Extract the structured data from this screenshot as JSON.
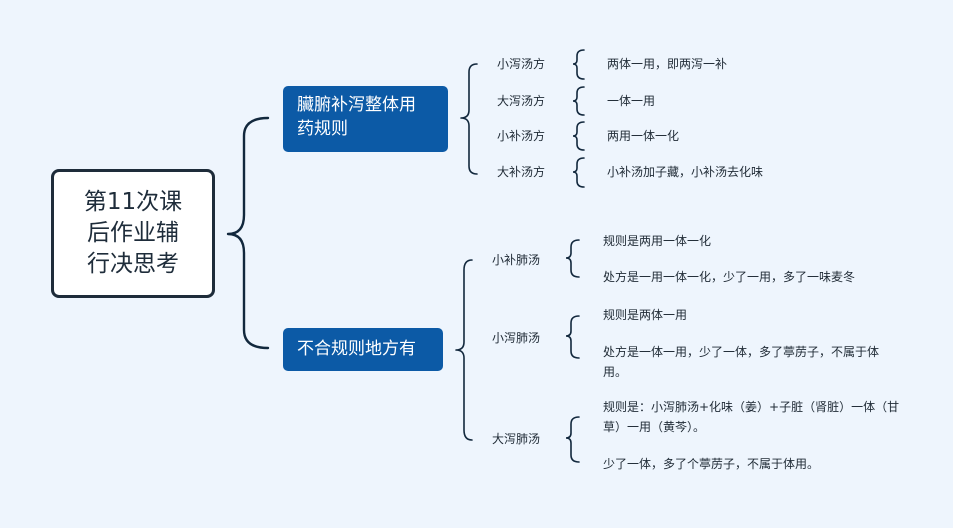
{
  "root": {
    "lines": [
      "第11次课",
      "后作业辅",
      "行决思考"
    ]
  },
  "branch1": {
    "title_lines": [
      "臟腑补泻整体用",
      "药规则"
    ],
    "items": [
      {
        "name": "小泻汤方",
        "note": "两体一用，即两泻一补"
      },
      {
        "name": "大泻汤方",
        "note": "一体一用"
      },
      {
        "name": "小补汤方",
        "note": "两用一体一化"
      },
      {
        "name": "大补汤方",
        "note": "小补汤加子藏，小补汤去化味"
      }
    ]
  },
  "branch2": {
    "title": "不合规则地方有",
    "items": [
      {
        "name": "小补肺汤",
        "notes": [
          "规则是两用一体一化",
          "处方是一用一体一化，少了一用，多了一味麦冬"
        ]
      },
      {
        "name": "小泻肺汤",
        "notes": [
          "规则是两体一用",
          "处方是一体一用，少了一体，多了葶苈子，不属于体用。"
        ]
      },
      {
        "name": "大泻肺汤",
        "notes": [
          "规则是：小泻肺汤+化味（姜）+子脏（肾脏）一体（甘草）一用（黄芩）。",
          "少了一体，多了个葶苈子，不属于体用。"
        ]
      }
    ]
  },
  "colors": {
    "background": "#eef5fd",
    "branch_fill": "#0c5aa6",
    "line": "#12283d"
  }
}
